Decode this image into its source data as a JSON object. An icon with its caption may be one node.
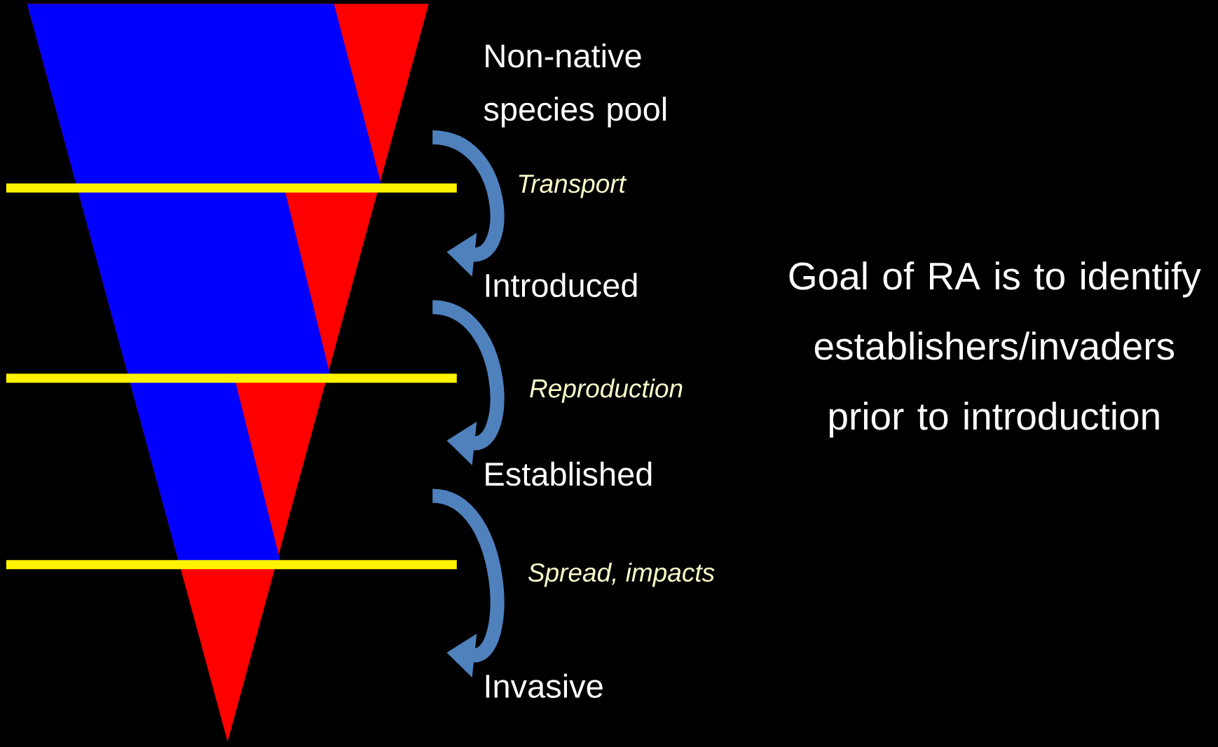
{
  "diagram": {
    "nodes": [
      {
        "text": [
          "Non-native species pool"
        ]
      },
      {
        "text": [
          "Introduced"
        ]
      },
      {
        "text": [
          "Established"
        ]
      },
      {
        "text": [
          "Invasive"
        ]
      }
    ],
    "edges": [
      {
        "from": 0,
        "to": 1,
        "arrow": "to",
        "label": "Transport"
      },
      {
        "from": 1,
        "to": 2,
        "arrow": "to",
        "label": "Reproduction"
      },
      {
        "from": 2,
        "to": 3,
        "arrow": "to",
        "label": "Spread, impacts"
      }
    ],
    "labels": [
      "Goal of RA is to identify establishers/invaders prior to introduction"
    ]
  }
}
